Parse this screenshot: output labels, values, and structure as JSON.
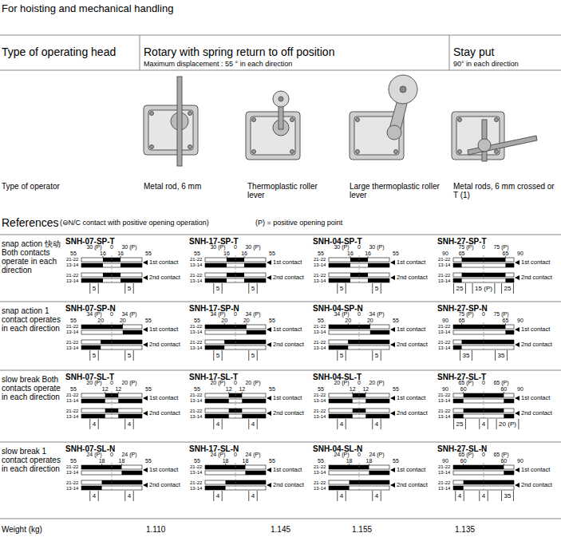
{
  "diagram": {
    "title": "For hoisting and mechanical handling",
    "labels": [
      "Type of operating head",
      "Rotary with spring return to off position",
      "Maximum displacement : 55 ° in each direction",
      "Stay put",
      "90° in each direction",
      "Type of operator",
      "Metal rod, 6 mm",
      "Thermoplastic roller lever",
      "Large thermoplastic roller lever",
      "Metal rods, 6 mm crossed or T (1)",
      "References",
      "(⊖N/C contact with positive opening operation)",
      "(P) = positive opening point",
      "snap action 快动 Both contacts operate in each direction",
      "snap action 1 contact operates in each direction",
      "slow break Both contacts operate in each direction",
      "slow break 1 contact operates in each direction",
      "SNH-07-SP-T",
      "30 (P)",
      "0",
      "30 (P)",
      "55",
      "16",
      "16",
      "55",
      "21-22",
      "13-14",
      "1st contact",
      "21-22",
      "13-14",
      "2nd contact",
      "5",
      "5",
      "SNH-17-SP-T",
      "30 (P)",
      "0",
      "30 (P)",
      "55",
      "16",
      "16",
      "55",
      "21-22",
      "13-14",
      "1st contact",
      "21-22",
      "13-14",
      "2nd contact",
      "5",
      "5",
      "SNH-04-SP-T",
      "30 (P)",
      "0",
      "30 (P)",
      "55",
      "16",
      "16",
      "55",
      "21-22",
      "13-14",
      "1st contact",
      "21-22",
      "13-14",
      "2nd contact",
      "5",
      "5",
      "SNH-27-SP-T",
      "75 (P)",
      "0",
      "75 (P)",
      "90",
      "65",
      "65",
      "90",
      "21-22",
      "13-14",
      "1st contact",
      "21-22",
      "13-14",
      "2nd contact",
      "25",
      "15 (P)",
      "25",
      "SNH-07-SP-N",
      "34 (P)",
      "0",
      "34 (P)",
      "55",
      "20",
      "20",
      "55",
      "21-22",
      "13-14",
      "1st contact",
      "21-22",
      "13-14",
      "2nd contact",
      "5",
      "5",
      "SNH-17-SP-N",
      "34 (P)",
      "0",
      "34 (P)",
      "55",
      "20",
      "20",
      "55",
      "21-22",
      "13-14",
      "1st contact",
      "21-22",
      "13-14",
      "2nd contact",
      "5",
      "5",
      "SNH-04-SP-N",
      "34 (P)",
      "0",
      "34 (P)",
      "55",
      "20",
      "20",
      "55",
      "21-22",
      "13-14",
      "1st contact",
      "21-22",
      "13-14",
      "2nd contact",
      "5",
      "5",
      "SNH-27-SP-N",
      "75 (P)",
      "0",
      "75 (P)",
      "90",
      "65",
      "65",
      "90",
      "21-22",
      "13-14",
      "1st contact",
      "21-22",
      "13-14",
      "2nd contact",
      "35",
      "35",
      "SNH-07-SL-T",
      "20 (P)",
      "0",
      "20 (P)",
      "55",
      "12",
      "12",
      "55",
      "21-22",
      "13-14",
      "1st contact",
      "21-22",
      "13-14",
      "2nd contact",
      "4",
      "4",
      "SNH-17-SL-T",
      "20 (P)",
      "0",
      "20 (P)",
      "55",
      "12",
      "12",
      "55",
      "21-22",
      "13-14",
      "1st contact",
      "21-22",
      "13-14",
      "2nd contact",
      "4",
      "4",
      "SNH-04-SL-T",
      "20 (P)",
      "0",
      "20 (P)",
      "55",
      "12",
      "12",
      "55",
      "21-22",
      "13-14",
      "1st contact",
      "21-22",
      "13-14",
      "2nd contact",
      "4",
      "4",
      "SNH-27-SL-T",
      "65 (P)",
      "0",
      "65 (P)",
      "90",
      "60",
      "60",
      "90",
      "21-22",
      "13-14",
      "1st contact",
      "21-22",
      "13-14",
      "2nd contact",
      "25",
      "4",
      "20 (P)",
      "SNH-07-SL-N",
      "24 (P)",
      "0",
      "24 (P)",
      "55",
      "18",
      "18",
      "55",
      "21-22",
      "13-14",
      "1st contact",
      "21-22",
      "13-14",
      "2nd contact",
      "4",
      "4",
      "SNH-17-SL-N",
      "24 (P)",
      "0",
      "24 (P)",
      "55",
      "18",
      "18",
      "55",
      "21-22",
      "13-14",
      "1st contact",
      "21-22",
      "13-14",
      "2nd contact",
      "4",
      "4",
      "SNH-04-SL-N",
      "24 (P)",
      "0",
      "24 (P)",
      "55",
      "18",
      "18",
      "55",
      "21-22",
      "13-14",
      "1st contact",
      "21-22",
      "13-14",
      "2nd contact",
      "4",
      "4",
      "SNH-27-SL-N",
      "65 (P)",
      "0",
      "65 (P)",
      "90",
      "60",
      "60",
      "90",
      "21-22",
      "13-14",
      "1st contact",
      "21-22",
      "13-14",
      "2nd contact",
      "4",
      "4",
      "35",
      "Weight (kg)",
      "1.110",
      "1.145",
      "1.155",
      "1.135"
    ]
  }
}
